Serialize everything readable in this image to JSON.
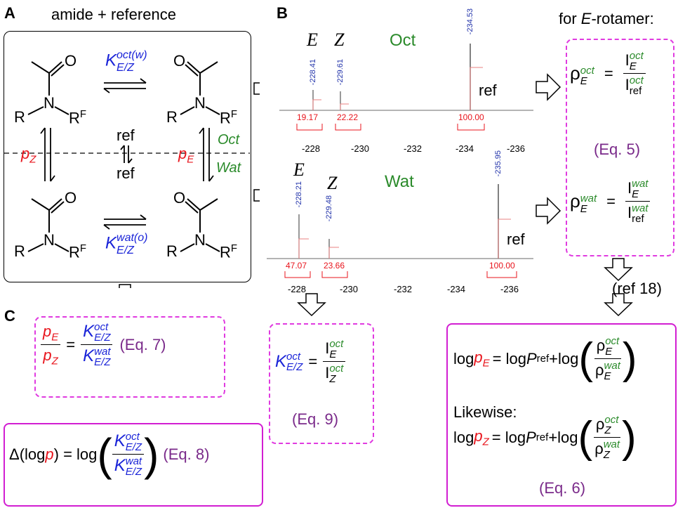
{
  "panels": {
    "A": "A",
    "B": "B",
    "C": "C"
  },
  "panelA": {
    "title": "amide + reference",
    "k_top": "K",
    "k_top_sup": "oct(w)",
    "k_top_sub": "E/Z",
    "k_bot": "K",
    "k_bot_sup": "wat(o)",
    "k_bot_sub": "E/Z",
    "pZ": "p",
    "pZ_sub": "Z",
    "pE": "p",
    "pE_sub": "E",
    "ref_top": "ref",
    "ref_bot": "ref",
    "oct": "Oct",
    "wat": "Wat",
    "O": "O",
    "N": "N",
    "R": "R",
    "RF": "R",
    "F": "F"
  },
  "panelB": {
    "oct_label": "Oct",
    "wat_label": "Wat",
    "E": "E",
    "Z": "Z",
    "ref": "ref",
    "oct_peaks": [
      "-228.41",
      "-229.61",
      "-234.53"
    ],
    "oct_integrals": [
      "19.17",
      "22.22",
      "100.00"
    ],
    "wat_peaks": [
      "-228.21",
      "-229.48",
      "-235.95"
    ],
    "wat_integrals": [
      "47.07",
      "23.66",
      "100.00"
    ],
    "ticks": [
      "-228",
      "-230",
      "-232",
      "-234",
      "-236"
    ]
  },
  "rotamer": {
    "heading_prefix": "for ",
    "heading_E": "E",
    "heading_suffix": "-rotamer:",
    "rho": "ρ",
    "E": "E",
    "oct": "oct",
    "wat": "wat",
    "I": "I",
    "ref": "ref",
    "eq5": "(Eq. 5)",
    "ref18": "(ref 18)"
  },
  "eq9": {
    "K": "K",
    "sup": "oct",
    "sub": "E/Z",
    "I": "I",
    "E": "E",
    "Z": "Z",
    "oct": "oct",
    "label": "(Eq. 9)"
  },
  "eq7": {
    "p": "p",
    "E": "E",
    "Z": "Z",
    "K": "K",
    "oct": "oct",
    "wat": "wat",
    "sub": "E/Z",
    "label": "(Eq. 7)"
  },
  "eq8": {
    "prefix": "Δ(log",
    "p": "p",
    "mid": ") = log",
    "K": "K",
    "oct": "oct",
    "wat": "wat",
    "sub": "E/Z",
    "label": "(Eq. 8)"
  },
  "eq6": {
    "log": "log",
    "p": "p",
    "E": "E",
    "Z": "Z",
    "eq": "= log",
    "P": "P",
    "ref": "ref",
    "plus": "+log",
    "rho": "ρ",
    "oct": "oct",
    "wat": "wat",
    "likewise": "Likewise:",
    "label": "(Eq. 6)"
  }
}
